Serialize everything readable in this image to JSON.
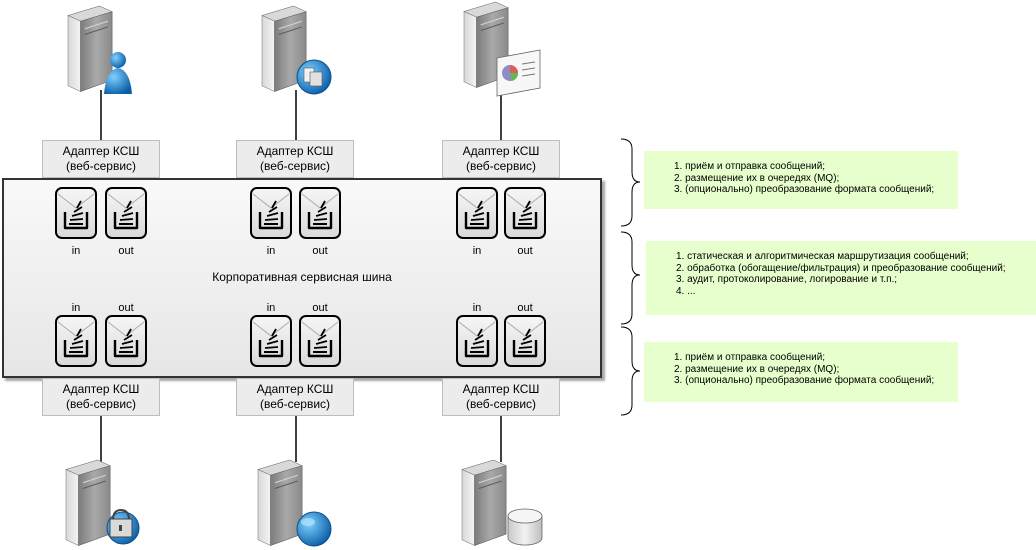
{
  "bus": {
    "title": "Корпоративная сервисная шина"
  },
  "adapter": {
    "line1": "Адаптер КСШ",
    "line2": "(веб-сервис)"
  },
  "ports": {
    "in_label": "in",
    "out_label": "out"
  },
  "top_servers": [
    {
      "badge": "user-icon"
    },
    {
      "badge": "documents-icon"
    },
    {
      "badge": "report-chart-icon"
    }
  ],
  "bottom_servers": [
    {
      "badge": "lock-icon"
    },
    {
      "badge": "globe-icon"
    },
    {
      "badge": "database-icon"
    }
  ],
  "notes": [
    {
      "items": [
        "1. приём и отправка сообщений;",
        "2. размещение их в очередях (MQ);",
        "3. (опционально) преобразование формата сообщений;"
      ]
    },
    {
      "items": [
        "1. статическая и алгоритмическая маршрутизация сообщений;",
        "2. обработка (обогащение/фильтрация) и преобразование сообщений;",
        "3. аудит, протоколирование, логирование и т.п.;",
        "4. ..."
      ]
    },
    {
      "items": [
        "1. приём и отправка сообщений;",
        "2. размещение их в очередях (MQ);",
        "3. (опционально) преобразование формата сообщений;"
      ]
    }
  ],
  "colors": {
    "note_bg": "#e6ffcc",
    "adapter_bg": "#ececec",
    "line": "#000000"
  }
}
